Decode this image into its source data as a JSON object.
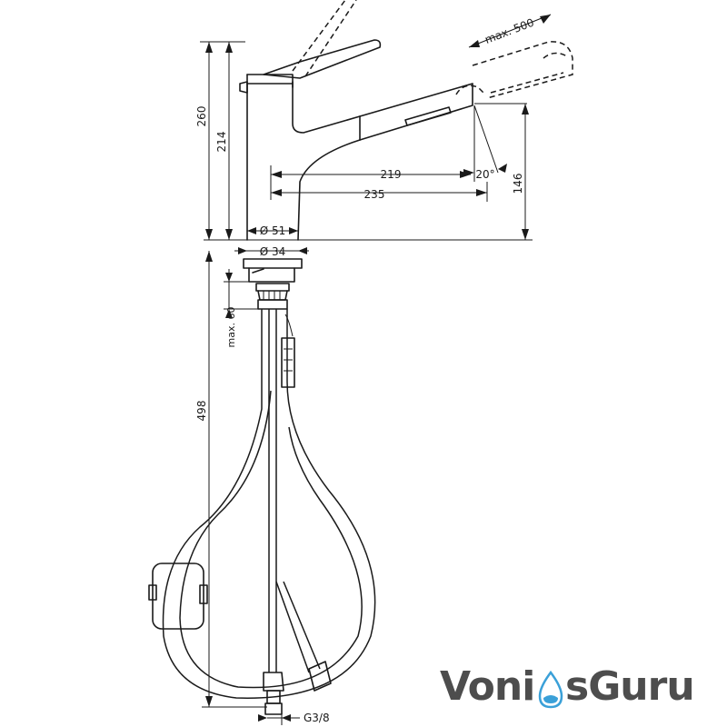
{
  "dimensions": {
    "total_height": "260",
    "spout_height": "214",
    "spout_reach": "219",
    "base_reach": "235",
    "outlet_height": "146",
    "pull_out": "max. 500",
    "spray_angle": "20°",
    "base_diameter": "Ø 51",
    "hole_diameter": "Ø 34",
    "deck_thickness": "max. 60",
    "hose_length": "498",
    "connection": "G3/8"
  },
  "logo": {
    "text_left": "Voni",
    "text_right": "sGuru",
    "colors": {
      "text": "#4d4d4d",
      "drop": "#3aa0d8"
    }
  }
}
